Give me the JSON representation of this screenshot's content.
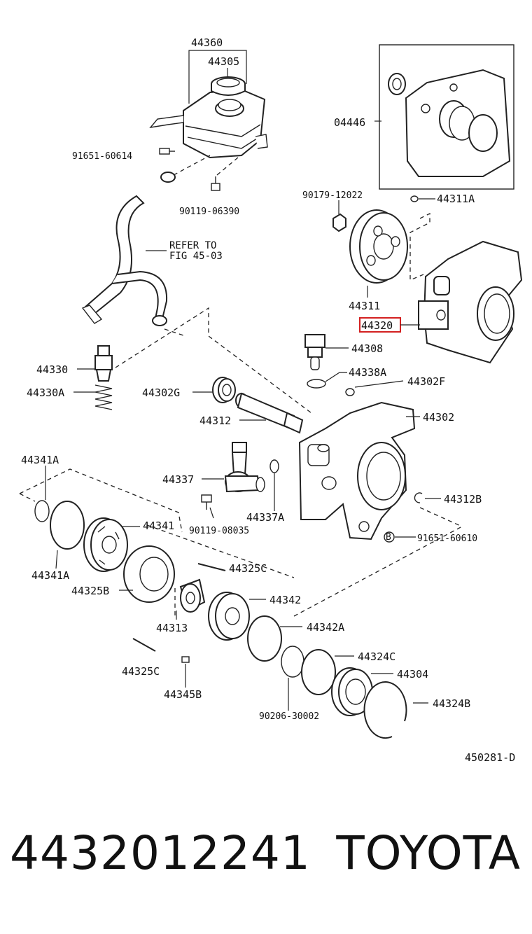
{
  "diagram": {
    "labels": {
      "p44360": "44360",
      "p44305": "44305",
      "p04446": "04446",
      "p91651_60614": "91651-60614",
      "p90119_06390": "90119-06390",
      "p90179_12022": "90179-12022",
      "p44311A": "44311A",
      "refer1": "REFER TO",
      "refer2": "FIG 45-03",
      "p44311": "44311",
      "p44320": "44320",
      "p44308": "44308",
      "p44330": "44330",
      "p44330A": "44330A",
      "p44338A": "44338A",
      "p44302F": "44302F",
      "p44302G": "44302G",
      "p44302": "44302",
      "p44312": "44312",
      "p44341A_top": "44341A",
      "p44337": "44337",
      "p44312B": "44312B",
      "p44337A": "44337A",
      "p44341": "44341",
      "p90119_08035": "90119-08035",
      "p91651_60610": "91651-60610",
      "p44341A_bot": "44341A",
      "p44325C_top": "44325C",
      "p44325B": "44325B",
      "p44342": "44342",
      "p44313": "44313",
      "p44342A": "44342A",
      "p44324C": "44324C",
      "p44325C_bot": "44325C",
      "p44304": "44304",
      "p44345B": "44345B",
      "p44324B": "44324B",
      "p90206_30002": "90206-30002",
      "fig_ref": "450281-D"
    },
    "highlight_color": "#d32020"
  },
  "footer": {
    "part_number": "4432012241",
    "brand": "TOYOTA"
  }
}
